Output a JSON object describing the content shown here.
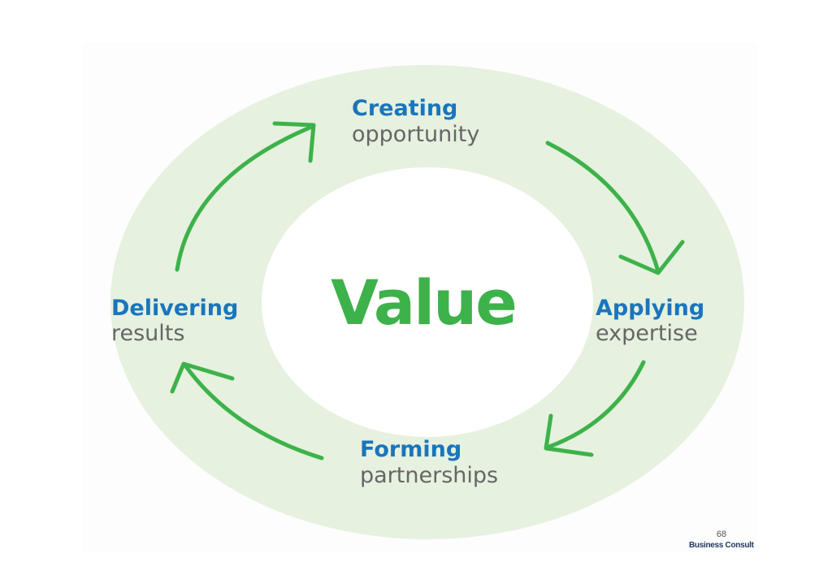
{
  "diagram": {
    "center_label": "Value",
    "stages": [
      {
        "title": "Creating",
        "subtitle": "opportunity"
      },
      {
        "title": "Applying",
        "subtitle": "expertise"
      },
      {
        "title": "Forming",
        "subtitle": "partnerships"
      },
      {
        "title": "Delivering",
        "subtitle": "results"
      }
    ],
    "colors": {
      "ring": "#e6f1df",
      "arrow": "#3db24a",
      "center_text": "#3db24a",
      "stage_title": "#1a75bc",
      "stage_subtitle": "#666666"
    }
  },
  "footer": {
    "page_number": "68",
    "brand": "Business Consult"
  }
}
